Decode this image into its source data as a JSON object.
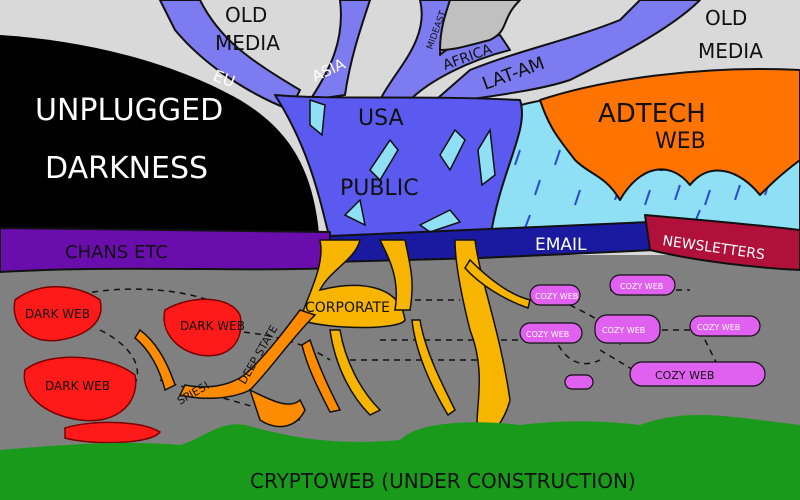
{
  "colors": {
    "old_media": "#d9d9d9",
    "darkness": "#000000",
    "usa_public": "#5a5af0",
    "rivers": "#7c7cf0",
    "ice": "#8fe0f5",
    "adtech": "#ff7400",
    "chans": "#6a0dad",
    "email": "#1a1aa0",
    "newsletters": "#b0103a",
    "underground": "#808080",
    "dark_web": "#ff1a1a",
    "corporate": "#f7b500",
    "deep_state": "#ff8c00",
    "cozy_web": "#e060f0",
    "cryptoweb": "#1a9a1a"
  },
  "labels": {
    "old_media_top": [
      "OLD",
      "MEDIA"
    ],
    "old_media_right": [
      "OLD",
      "MEDIA"
    ],
    "eu": "EU",
    "asia": "ASIA",
    "mideast": "MIDEAST",
    "africa": "AFRICA",
    "lat_am": "LAT-AM",
    "unplugged_darkness": [
      "UNPLUGGED",
      "DARKNESS"
    ],
    "usa": "USA",
    "public": "PUBLIC",
    "adtech_web": [
      "ADTECH",
      "WEB"
    ],
    "chans": "CHANS ETC",
    "email": "EMAIL",
    "newsletters": "NEWSLETTERS",
    "dark_web": [
      "DARK WEB",
      "DARK WEB",
      "DARK WEB"
    ],
    "corporate": "CORPORATE",
    "deep_state": "DEEP STATE",
    "spies": "SPIES!",
    "cozy_web": [
      "COZY WEB",
      "COZY WEB",
      "COZY WEB",
      "COZY WEB",
      "COZY WEB",
      "COZY WEB"
    ],
    "cryptoweb": "CRYPTOWEB (UNDER CONSTRUCTION)"
  }
}
